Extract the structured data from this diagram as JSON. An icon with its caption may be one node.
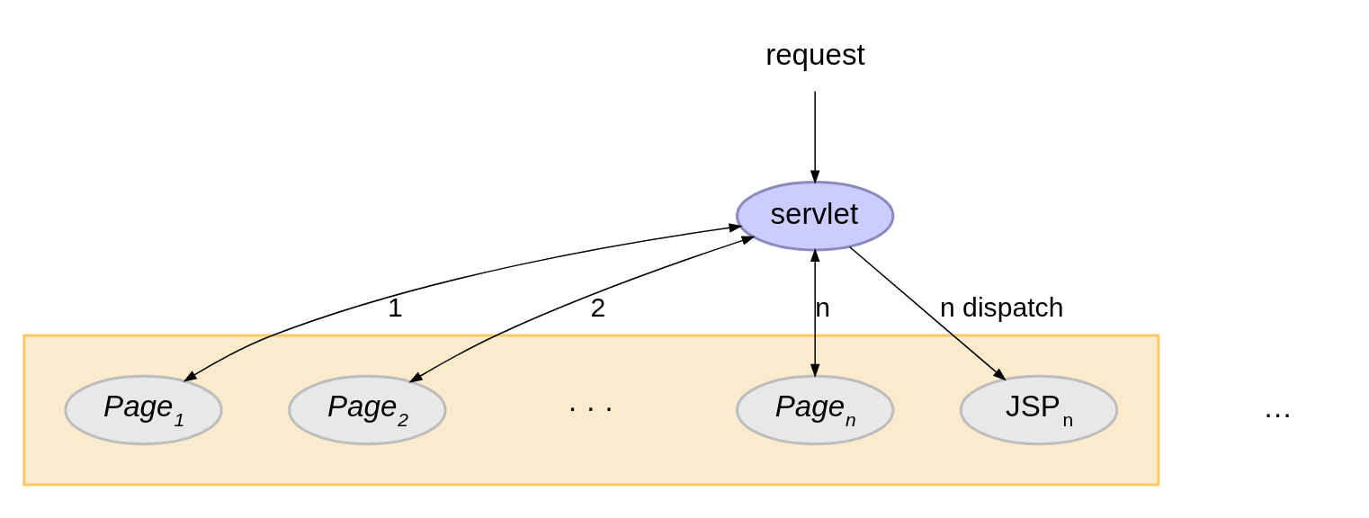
{
  "diagram": {
    "nodes": [
      {
        "text": [
          "request"
        ]
      },
      {
        "text": [
          "servlet"
        ]
      },
      {
        "text": [],
        "shape": "box"
      },
      {
        "text": [
          "Page$_{1}$"
        ],
        "in": 2
      },
      {
        "text": [
          "Page$_{2}$"
        ],
        "in": 2
      },
      {
        "text": [
          "Page$_{n}$"
        ],
        "in": 2
      },
      {
        "text": [
          "JSP$_{n}$"
        ],
        "in": 2
      }
    ],
    "edges": [
      {
        "from": 0,
        "to": 1,
        "arrow": "to"
      },
      {
        "from": 1,
        "to": 3,
        "arrow": "both",
        "label": "1"
      },
      {
        "from": 1,
        "to": 4,
        "arrow": "both",
        "label": "2"
      },
      {
        "from": 1,
        "to": 5,
        "arrow": "both",
        "label": "n"
      },
      {
        "from": 1,
        "to": 6,
        "arrow": "to",
        "label": "n dispatch"
      }
    ],
    "labels": [
      "…",
      "· · ·"
    ]
  }
}
